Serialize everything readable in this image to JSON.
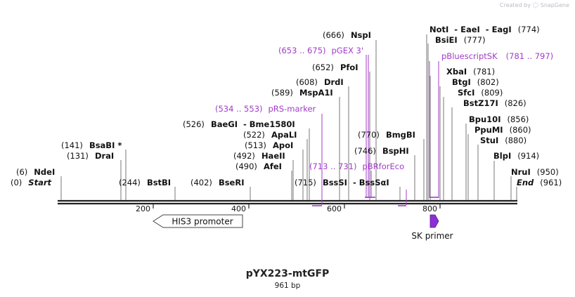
{
  "credit": {
    "prefix": "Created by",
    "brand": "SnapGene"
  },
  "title": "pYX223-mtGFP",
  "subtitle": "961 bp",
  "colors": {
    "primer": "#a03cc8",
    "backbone": "#222222",
    "feature_fill": "#ffffff",
    "sk_primer_fill": "#8b2fd4"
  },
  "sites": [
    {
      "id": "start",
      "pos": "(0)",
      "name": "Start",
      "italic": true
    },
    {
      "id": "ndei",
      "pos": "(6)",
      "name": "NdeI"
    },
    {
      "id": "drai",
      "pos": "(131)",
      "name": "DraI"
    },
    {
      "id": "bsabi",
      "pos": "(141)",
      "name": "BsaBI *"
    },
    {
      "id": "bstbi",
      "pos": "(244)",
      "name": "BstBI"
    },
    {
      "id": "bseri",
      "pos": "(402)",
      "name": "BseRI"
    },
    {
      "id": "afei",
      "pos": "(490)",
      "name": "AfeI"
    },
    {
      "id": "haeii",
      "pos": "(492)",
      "name": "HaeII"
    },
    {
      "id": "apoi",
      "pos": "(513)",
      "name": "ApoI"
    },
    {
      "id": "apali",
      "pos": "(522)",
      "name": "ApaLI"
    },
    {
      "id": "baegi",
      "pos": "(526)",
      "name": "BaeGI  - Bme1580I"
    },
    {
      "id": "mspa1i",
      "pos": "(589)",
      "name": "MspA1I"
    },
    {
      "id": "drdi",
      "pos": "(608)",
      "name": "DrdI"
    },
    {
      "id": "pfoi",
      "pos": "(652)",
      "name": "PfoI"
    },
    {
      "id": "nspi",
      "pos": "(666)",
      "name": "NspI"
    },
    {
      "id": "bsssi",
      "pos": "(715)",
      "name": "BssSI  - BssSαI"
    },
    {
      "id": "bsphi",
      "pos": "(746)",
      "name": "BspHI"
    },
    {
      "id": "bmgbi",
      "pos": "(770)",
      "name": "BmgBI"
    },
    {
      "id": "noti",
      "pos": "(774)",
      "name": "NotI  - EaeI  - EagI"
    },
    {
      "id": "bsiei",
      "pos": "(777)",
      "name": "BsiEI"
    },
    {
      "id": "xbai",
      "pos": "(781)",
      "name": "XbaI"
    },
    {
      "id": "btgi",
      "pos": "(802)",
      "name": "BtgI"
    },
    {
      "id": "sfci",
      "pos": "(809)",
      "name": "SfcI"
    },
    {
      "id": "bstz17i",
      "pos": "(826)",
      "name": "BstZ17I"
    },
    {
      "id": "bpu10i",
      "pos": "(856)",
      "name": "Bpu10I"
    },
    {
      "id": "ppumi",
      "pos": "(860)",
      "name": "PpuMI"
    },
    {
      "id": "stui",
      "pos": "(880)",
      "name": "StuI"
    },
    {
      "id": "blpi",
      "pos": "(914)",
      "name": "BlpI"
    },
    {
      "id": "nrui",
      "pos": "(950)",
      "name": "NruI"
    },
    {
      "id": "end",
      "pos": "(961)",
      "name": "End",
      "italic": true
    }
  ],
  "primers": [
    {
      "id": "pgex3",
      "range": "(653 .. 675)",
      "name": "pGEX 3'"
    },
    {
      "id": "prs",
      "range": "(534 .. 553)",
      "name": "pRS-marker"
    },
    {
      "id": "pbrfor",
      "range": "(713 .. 731)",
      "name": "pBRforEco"
    },
    {
      "id": "pbluescript",
      "range": "(781 .. 797)",
      "name": "pBluescriptSK"
    }
  ],
  "ticks": [
    "200",
    "400",
    "600",
    "800"
  ],
  "features": [
    {
      "id": "his3",
      "label": "HIS3 promoter",
      "direction": "reverse"
    },
    {
      "id": "skprimer",
      "label": "SK primer",
      "direction": "forward"
    }
  ]
}
